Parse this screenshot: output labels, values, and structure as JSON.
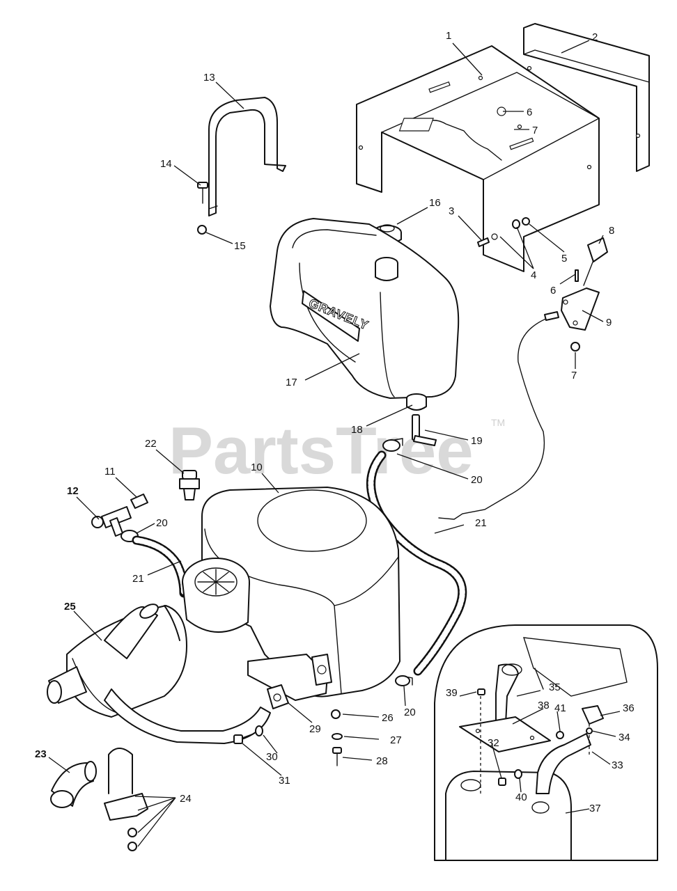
{
  "watermark": {
    "text": "PartsTree",
    "trademark": "TM"
  },
  "brand_label": "GRAVELY",
  "callouts": [
    {
      "id": "c1",
      "text": "1"
    },
    {
      "id": "c2",
      "text": "2"
    },
    {
      "id": "c3",
      "text": "3"
    },
    {
      "id": "c4",
      "text": "4"
    },
    {
      "id": "c5",
      "text": "5"
    },
    {
      "id": "c6a",
      "text": "6"
    },
    {
      "id": "c6b",
      "text": "6"
    },
    {
      "id": "c7a",
      "text": "7"
    },
    {
      "id": "c7b",
      "text": "7"
    },
    {
      "id": "c8",
      "text": "8"
    },
    {
      "id": "c9",
      "text": "9"
    },
    {
      "id": "c10",
      "text": "10"
    },
    {
      "id": "c11",
      "text": "11"
    },
    {
      "id": "c12",
      "text": "12"
    },
    {
      "id": "c13",
      "text": "13"
    },
    {
      "id": "c14",
      "text": "14"
    },
    {
      "id": "c15",
      "text": "15"
    },
    {
      "id": "c16",
      "text": "16"
    },
    {
      "id": "c17",
      "text": "17"
    },
    {
      "id": "c18",
      "text": "18"
    },
    {
      "id": "c19",
      "text": "19"
    },
    {
      "id": "c20a",
      "text": "20"
    },
    {
      "id": "c20b",
      "text": "20"
    },
    {
      "id": "c20c",
      "text": "20"
    },
    {
      "id": "c21a",
      "text": "21"
    },
    {
      "id": "c21b",
      "text": "21"
    },
    {
      "id": "c22",
      "text": "22"
    },
    {
      "id": "c23",
      "text": "23"
    },
    {
      "id": "c24",
      "text": "24"
    },
    {
      "id": "c25",
      "text": "25"
    },
    {
      "id": "c26",
      "text": "26"
    },
    {
      "id": "c27",
      "text": "27"
    },
    {
      "id": "c28",
      "text": "28"
    },
    {
      "id": "c29",
      "text": "29"
    },
    {
      "id": "c30",
      "text": "30"
    },
    {
      "id": "c31",
      "text": "31"
    },
    {
      "id": "c32",
      "text": "32"
    },
    {
      "id": "c33",
      "text": "33"
    },
    {
      "id": "c34",
      "text": "34"
    },
    {
      "id": "c35",
      "text": "35"
    },
    {
      "id": "c36",
      "text": "36"
    },
    {
      "id": "c37",
      "text": "37"
    },
    {
      "id": "c38",
      "text": "38"
    },
    {
      "id": "c39",
      "text": "39"
    },
    {
      "id": "c40",
      "text": "40"
    },
    {
      "id": "c41",
      "text": "41"
    }
  ]
}
